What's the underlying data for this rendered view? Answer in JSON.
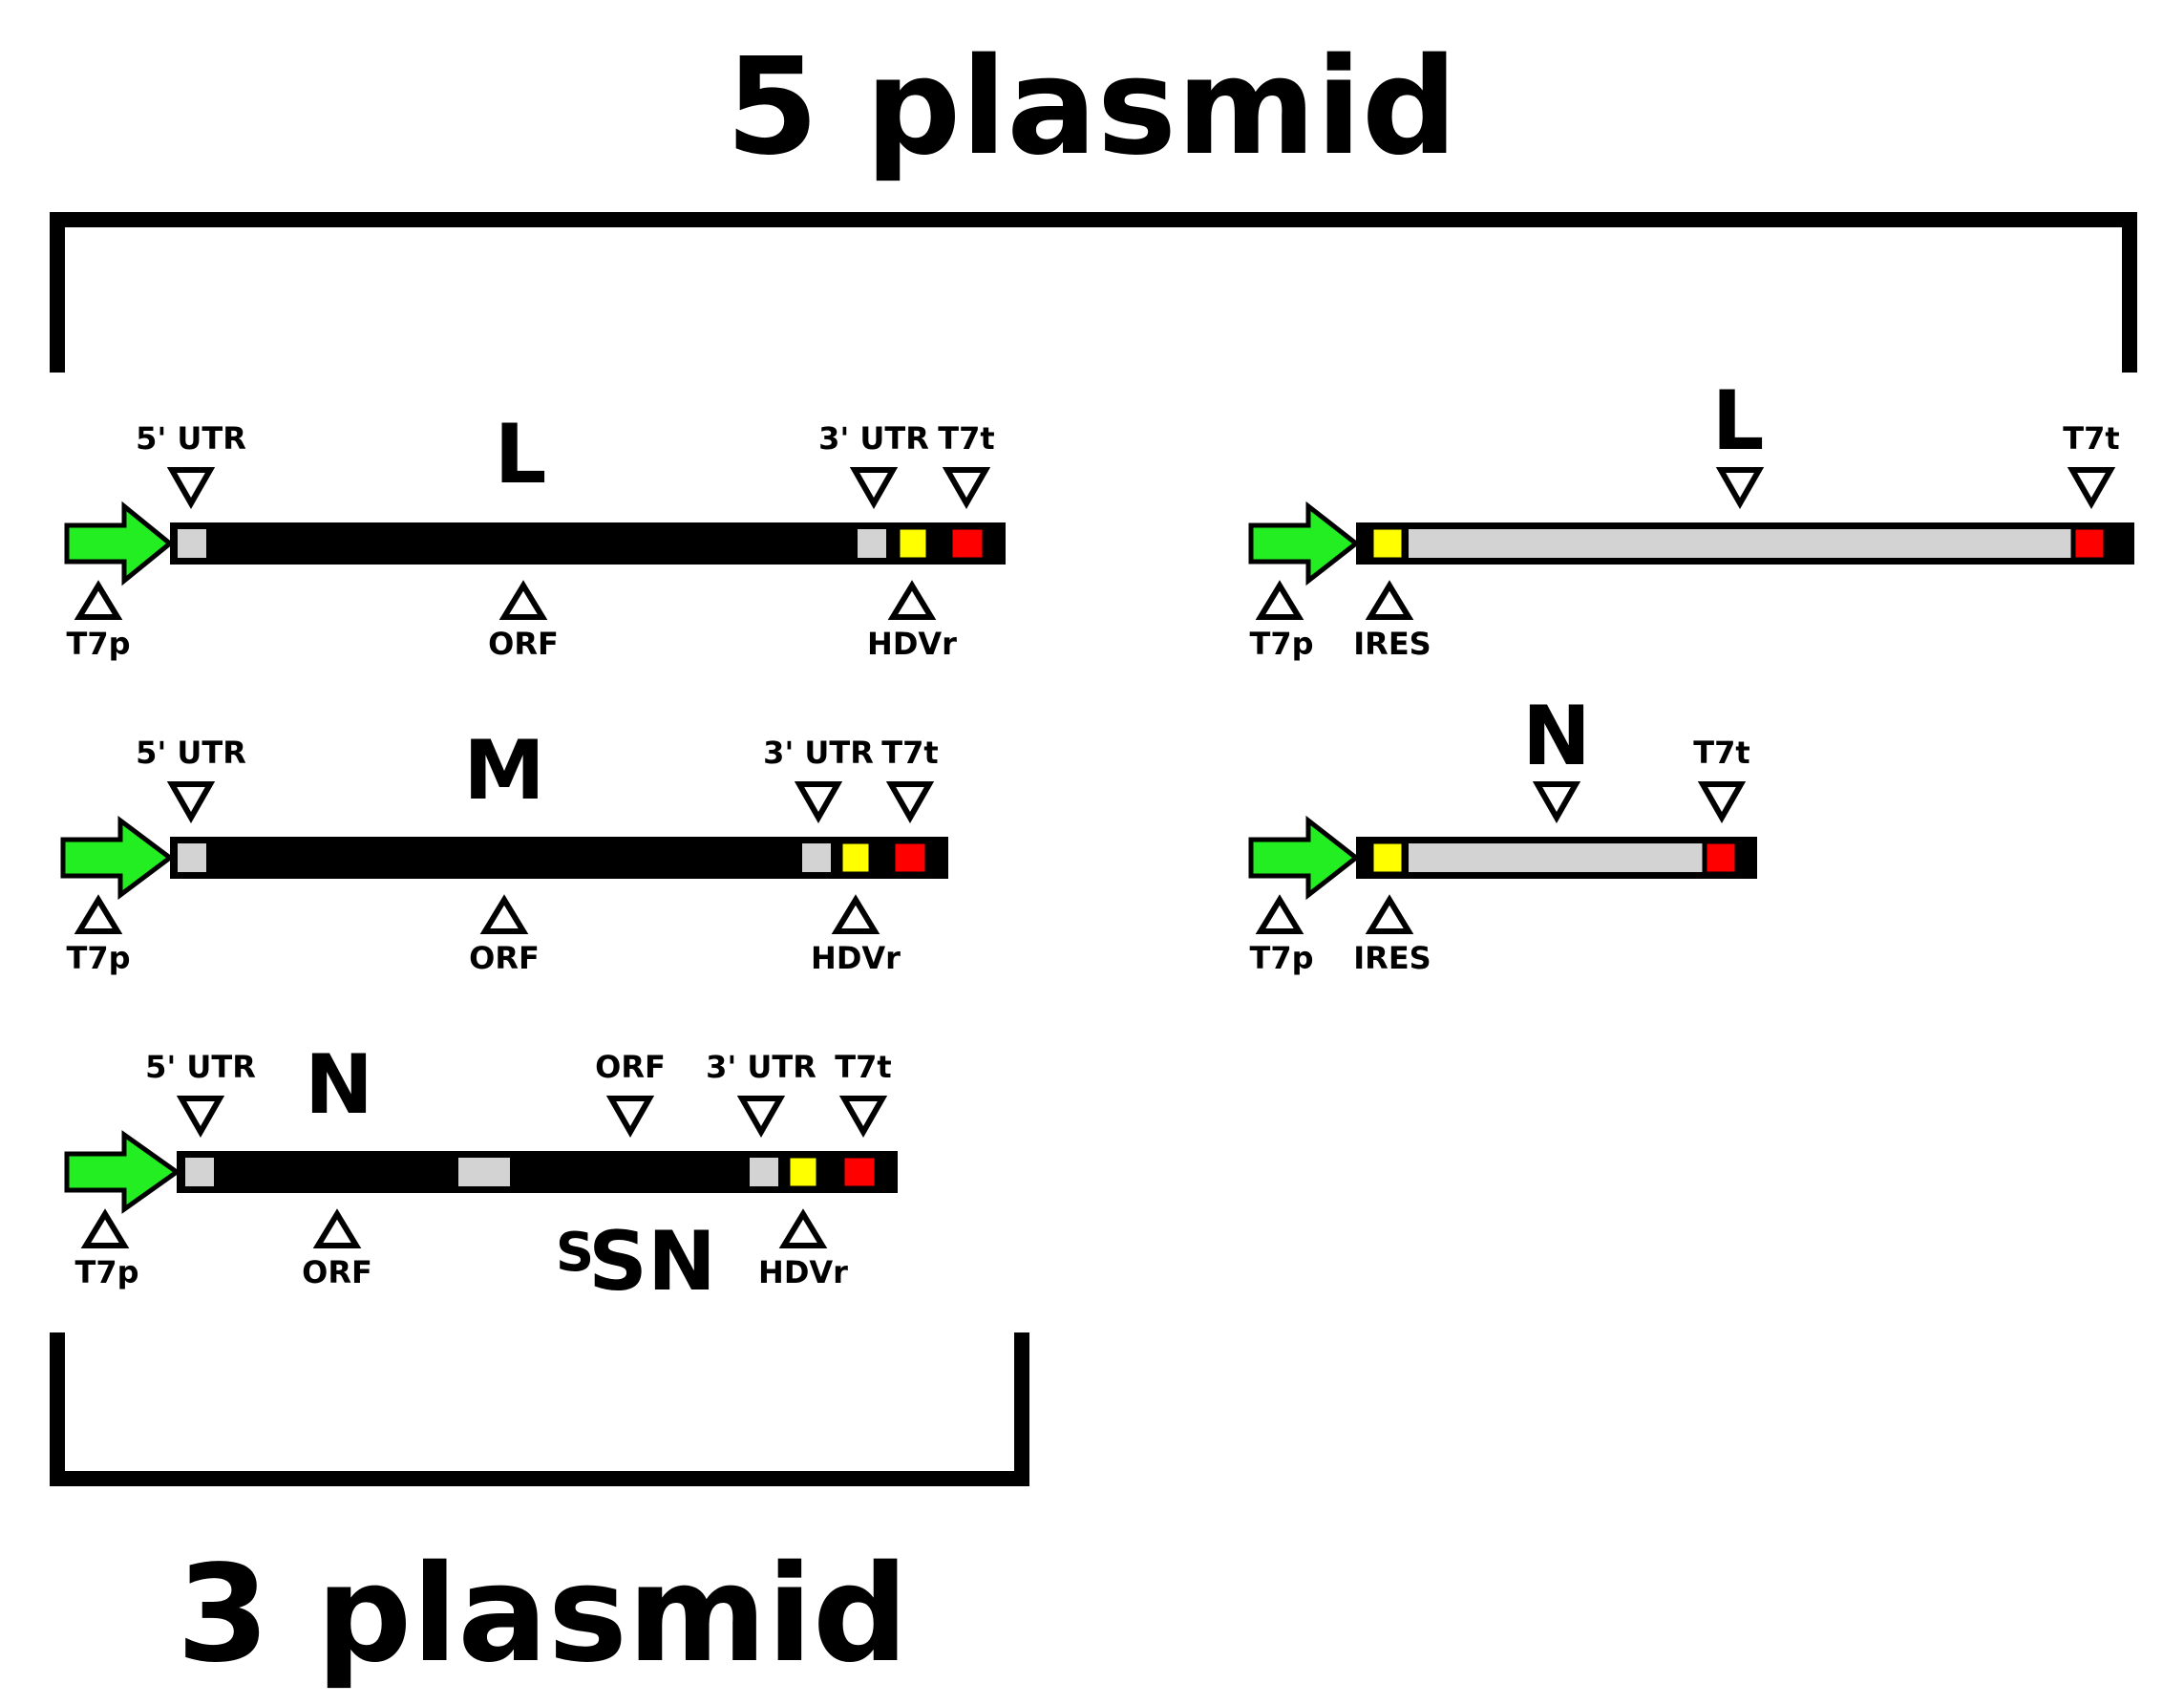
{
  "title_top": "5 plasmid",
  "title_bottom": "3 plasmid",
  "colors": {
    "promoter": "#22ee22",
    "utr": "#d3d3d3",
    "hdvr": "#ffff00",
    "terminator": "#ff0000",
    "backbone": "#000000"
  },
  "constructs": {
    "l_segment": {
      "name": "L",
      "labels": {
        "utr5": "5' UTR",
        "utr3": "3' UTR",
        "t7t": "T7t",
        "t7p": "T7p",
        "orf": "ORF",
        "hdvr": "HDVr"
      }
    },
    "m_segment": {
      "name": "M",
      "labels": {
        "utr5": "5' UTR",
        "utr3": "3' UTR",
        "t7t": "T7t",
        "t7p": "T7p",
        "orf": "ORF",
        "hdvr": "HDVr"
      }
    },
    "n_segment": {
      "name": "N",
      "labels": {
        "utr5": "5' UTR",
        "orf_top": "ORF",
        "utr3": "3' UTR",
        "t7t": "T7t",
        "t7p": "T7p",
        "orf": "ORF",
        "hdvr": "HDVr"
      },
      "nss_superscript": "S",
      "nss_name": "SN"
    },
    "l_helper": {
      "name": "L",
      "labels": {
        "t7t": "T7t",
        "t7p": "T7p",
        "ires": "IRES"
      }
    },
    "n_helper": {
      "name": "N",
      "labels": {
        "t7t": "T7t",
        "t7p": "T7p",
        "ires": "IRES"
      }
    }
  }
}
